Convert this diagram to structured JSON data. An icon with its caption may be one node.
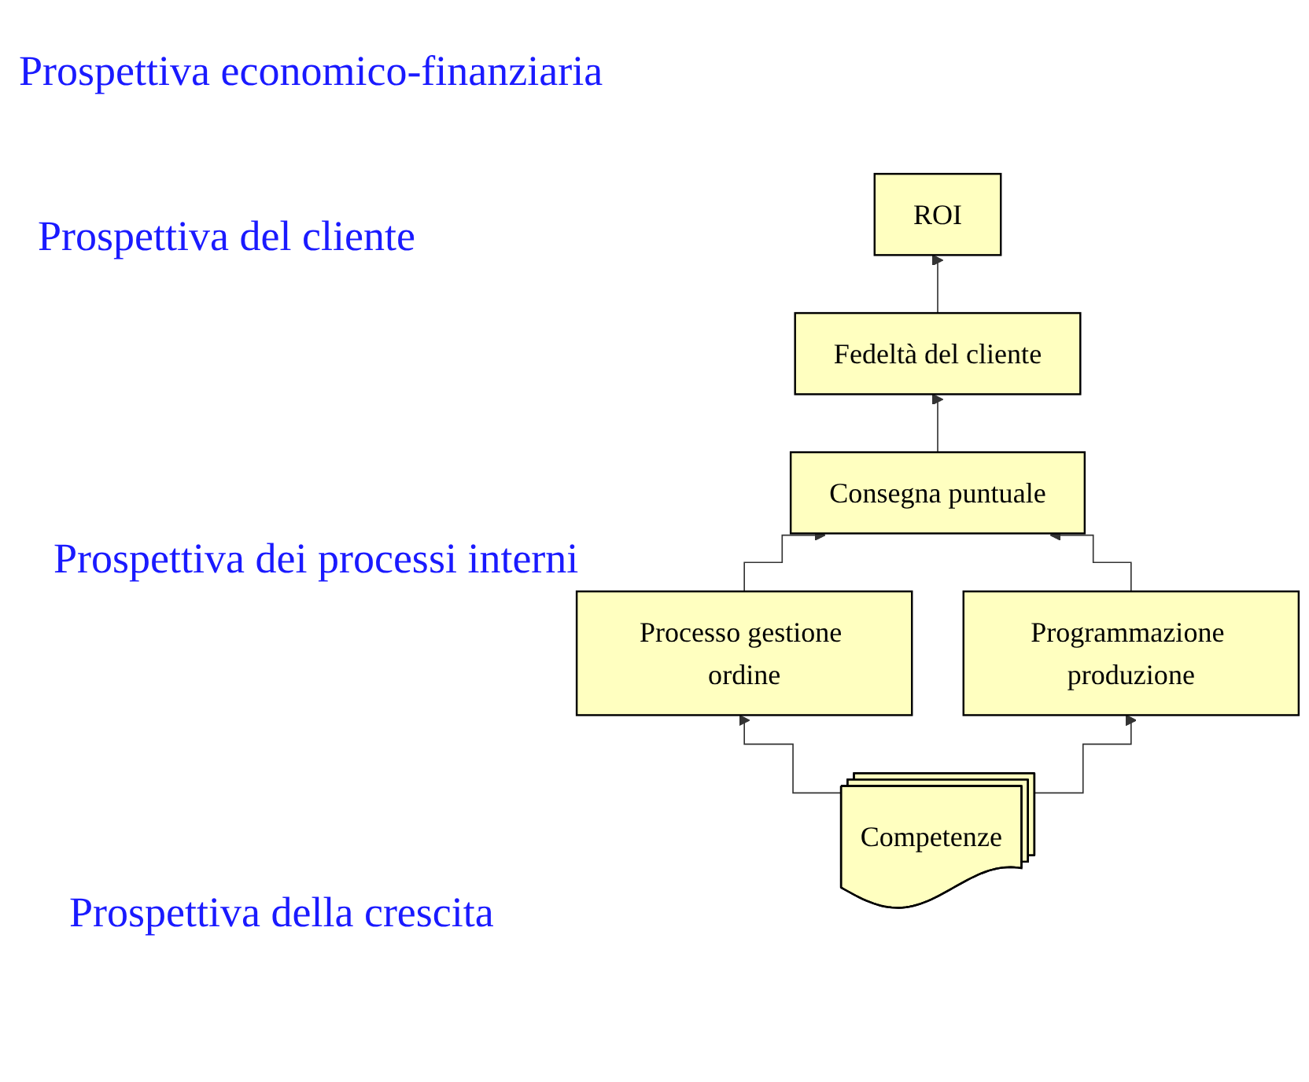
{
  "diagram": {
    "nodes": [
      {
        "text": [
          "ROI"
        ]
      },
      {
        "text": [
          "Fedeltà del cliente"
        ]
      },
      {
        "text": [
          "Consegna puntuale"
        ]
      },
      {
        "text": [
          "Processo gestione ordine"
        ]
      },
      {
        "text": [
          "Programmazione produzione"
        ]
      },
      {
        "text": [
          "Competenze"
        ]
      }
    ],
    "edges": [
      {
        "from": 1,
        "to": 0,
        "arrow": "to"
      },
      {
        "from": 2,
        "to": 1,
        "arrow": "to"
      },
      {
        "from": 3,
        "to": 2,
        "arrow": "to"
      },
      {
        "from": 4,
        "to": 2,
        "arrow": "to"
      },
      {
        "from": 5,
        "to": 3,
        "arrow": "to"
      },
      {
        "from": 5,
        "to": 4,
        "arrow": "to"
      }
    ],
    "labels": [
      "Prospettiva economico-finanziaria",
      "Prospettiva del cliente",
      "Prospettiva dei processi interni",
      "Prospettiva della crescita"
    ]
  }
}
